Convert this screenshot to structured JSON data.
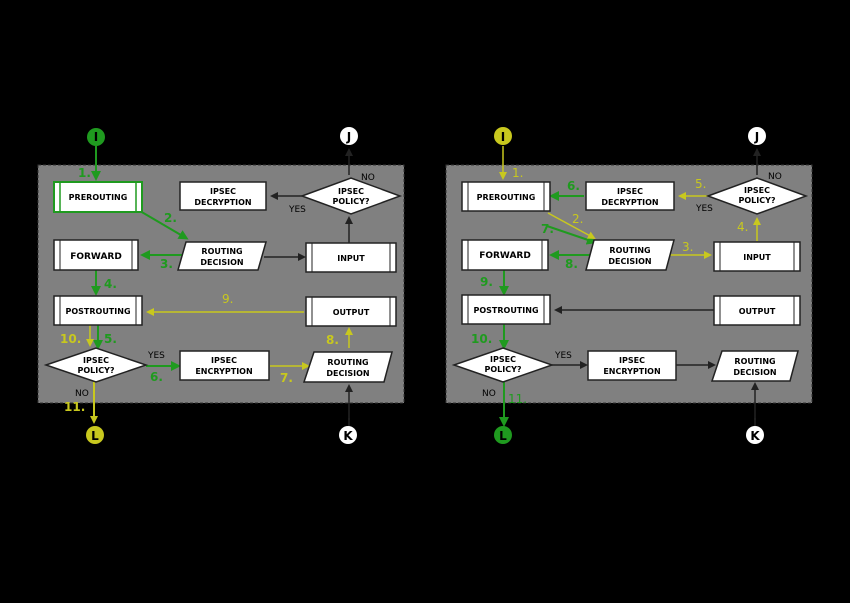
{
  "diagram_left": {
    "nodes": {
      "in": "I",
      "out_top": "J",
      "out_bottom": "L",
      "in_bottom": "K",
      "prerouting": "PREROUTING",
      "forward": "FORWARD",
      "postrouting": "POSTROUTING",
      "ipsec_decryption_1": "IPSEC",
      "ipsec_decryption_2": "DECRYPTION",
      "policy_top_1": "IPSEC",
      "policy_top_2": "POLICY?",
      "routing_1": "ROUTING",
      "routing_2": "DECISION",
      "input": "INPUT",
      "output": "OUTPUT",
      "policy_bottom_1": "IPSEC",
      "policy_bottom_2": "POLICY?",
      "encryption_1": "IPSEC",
      "encryption_2": "ENCRYPTION",
      "routing2_1": "ROUTING",
      "routing2_2": "DECISION"
    },
    "labels": {
      "no_top": "NO",
      "yes_top": "YES",
      "yes_bottom": "YES",
      "no_bottom": "NO"
    },
    "steps": [
      "1.",
      "2.",
      "3.",
      "4.",
      "5.",
      "6.",
      "7.",
      "8.",
      "9.",
      "10.",
      "11."
    ]
  },
  "diagram_right": {
    "nodes": {
      "in": "I",
      "out_top": "J",
      "out_bottom": "L",
      "in_bottom": "K",
      "prerouting": "PREROUTING",
      "forward": "FORWARD",
      "postrouting": "POSTROUTING",
      "ipsec_decryption_1": "IPSEC",
      "ipsec_decryption_2": "DECRYPTION",
      "policy_top_1": "IPSEC",
      "policy_top_2": "POLICY?",
      "routing_1": "ROUTING",
      "routing_2": "DECISION",
      "input": "INPUT",
      "output": "OUTPUT",
      "policy_bottom_1": "IPSEC",
      "policy_bottom_2": "POLICY?",
      "encryption_1": "IPSEC",
      "encryption_2": "ENCRYPTION",
      "routing2_1": "ROUTING",
      "routing2_2": "DECISION"
    },
    "labels": {
      "no_top": "NO",
      "yes_top": "YES",
      "yes_bottom": "YES",
      "no_bottom": "NO"
    },
    "steps": [
      "1.",
      "2.",
      "3.",
      "4.",
      "5.",
      "6.",
      "7.",
      "8.",
      "9.",
      "10.",
      "11."
    ]
  },
  "colors": {
    "background": "#000000",
    "panel": "#808080",
    "green": "#1f9a1f",
    "yellow": "#c8c81e",
    "dark": "#222222",
    "white": "#ffffff"
  }
}
